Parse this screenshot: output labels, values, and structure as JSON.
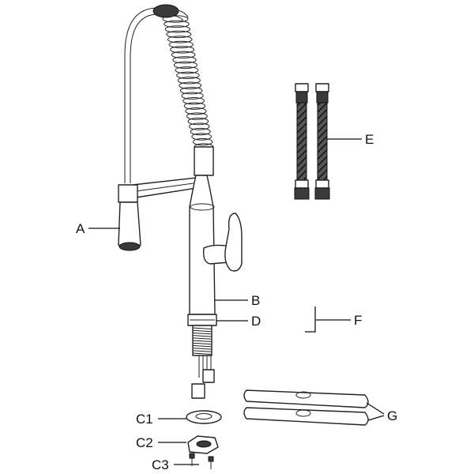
{
  "labels": {
    "a": "A",
    "b": "B",
    "c1": "C1",
    "c2": "C2",
    "c3": "C3",
    "d": "D",
    "e": "E",
    "f": "F",
    "g": "G"
  },
  "colors": {
    "line": "#111111",
    "background": "#ffffff"
  }
}
